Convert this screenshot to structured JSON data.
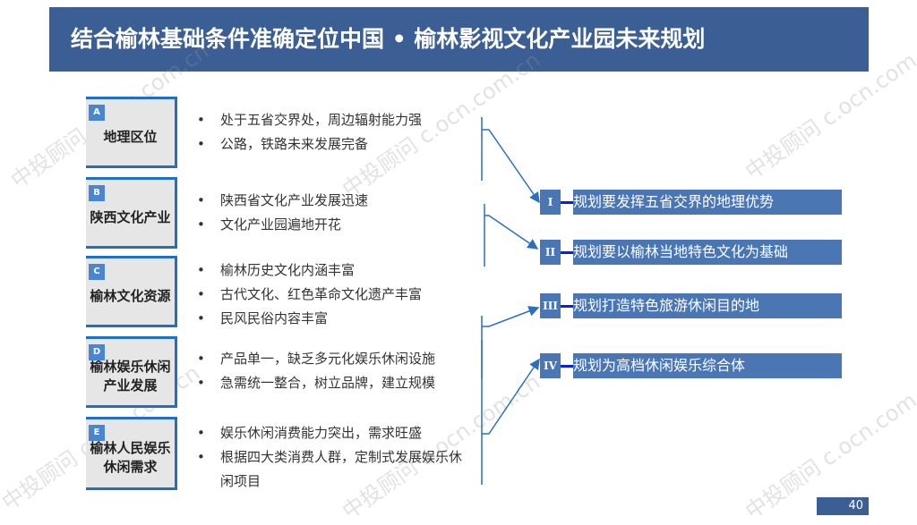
{
  "title": "结合榆林基础条件准确定位中国 • 榆林影视文化产业园未来规划",
  "factors": [
    {
      "badge": "A",
      "label": "地理区位",
      "bullets": [
        "处于五省交界处，周边辐射能力强",
        "公路，铁路未来发展完备"
      ]
    },
    {
      "badge": "B",
      "label": "陕西文化产业",
      "bullets": [
        "陕西省文化产业发展迅速",
        "文化产业园遍地开花"
      ]
    },
    {
      "badge": "C",
      "label": "榆林文化资源",
      "bullets": [
        "榆林历史文化内涵丰富",
        "古代文化、红色革命文化遗产丰富",
        "民风民俗内容丰富"
      ]
    },
    {
      "badge": "D",
      "label": "榆林娱乐休闲产业发展",
      "bullets": [
        "产品单一，缺乏多元化娱乐休闲设施",
        "急需统一整合，树立品牌，建立规模"
      ]
    },
    {
      "badge": "E",
      "label": "榆林人民娱乐休闲需求",
      "bullets": [
        "娱乐休闲消费能力突出，需求旺盛",
        "根据四大类消费人群，定制式发展娱乐休闲项目"
      ]
    }
  ],
  "plans": [
    {
      "num": "I",
      "text": "规划要发挥五省交界的地理优势"
    },
    {
      "num": "II",
      "text": "规划要以榆林当地特色文化为基础"
    },
    {
      "num": "III",
      "text": "规划打造特色旅游休闲目的地"
    },
    {
      "num": "IV",
      "text": "规划为高档休闲娱乐综合体"
    }
  ],
  "watermark": "中投顾问 c.ocn.com.cn",
  "page_number": "40",
  "colors": {
    "title_bg": "#3b5e95",
    "box_border": "#1f6fc8",
    "plan_bg": "#4a76b3"
  }
}
